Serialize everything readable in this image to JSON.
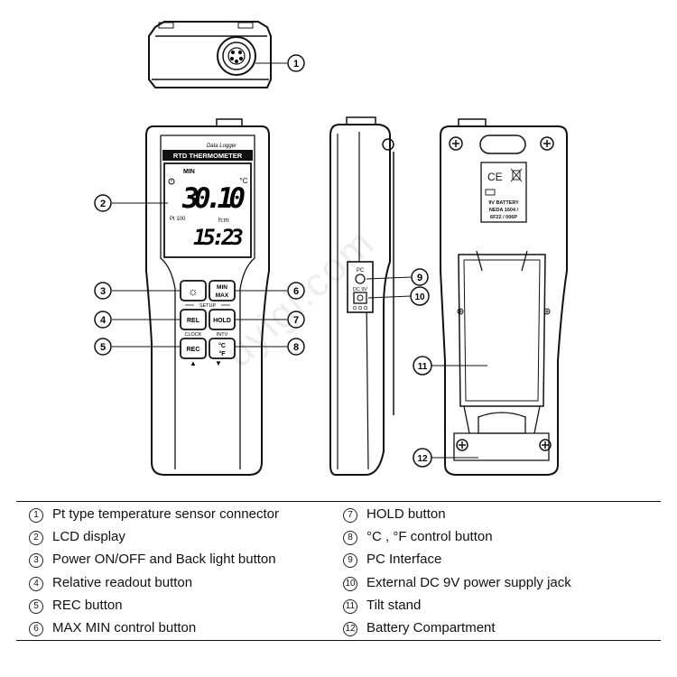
{
  "meter": {
    "brand": "Data Logger",
    "model": "RTD THERMOMETER",
    "lcd": {
      "mode": "MIN",
      "temp": "30.10",
      "unit": "°C",
      "sensor": "Pt 100",
      "time_unit": "h:m",
      "time": "15:23"
    },
    "buttons": {
      "power": "☼",
      "minmax_line1": "MIN",
      "minmax_line2": "MAX",
      "setup": "SETUP",
      "rel": "REL",
      "hold": "HOLD",
      "clock": "CLOCK",
      "intv": "INTV",
      "rec": "REC",
      "unit_c": "°C",
      "unit_f": "°F",
      "up_arrow": "▲",
      "down_arrow": "▼"
    }
  },
  "side_view": {
    "pc_label": "PC",
    "dc_label": "DC 9V"
  },
  "back_view": {
    "ce_mark": "CE",
    "battery_line1": "9V  BATTERY",
    "battery_line2": "NEDA 1604 /",
    "battery_line3": "6F22 / 006P"
  },
  "callouts": [
    "1",
    "2",
    "3",
    "4",
    "5",
    "6",
    "7",
    "8",
    "9",
    "10",
    "11",
    "12"
  ],
  "legend": {
    "items": [
      {
        "num": "1",
        "text": "Pt type temperature sensor connector"
      },
      {
        "num": "2",
        "text": "LCD display"
      },
      {
        "num": "3",
        "text": "Power ON/OFF and Back light button"
      },
      {
        "num": "4",
        "text": "Relative readout button"
      },
      {
        "num": "5",
        "text": "REC button"
      },
      {
        "num": "6",
        "text": "MAX MIN control button"
      },
      {
        "num": "7",
        "text": "HOLD button"
      },
      {
        "num": "8",
        "text": "°C , °F control button"
      },
      {
        "num": "9",
        "text": "PC Interface"
      },
      {
        "num": "10",
        "text": "External DC 9V power supply jack"
      },
      {
        "num": "11",
        "text": "Tilt stand"
      },
      {
        "num": "12",
        "text": "Battery Compartment"
      }
    ]
  },
  "watermark": "uyigi.com"
}
